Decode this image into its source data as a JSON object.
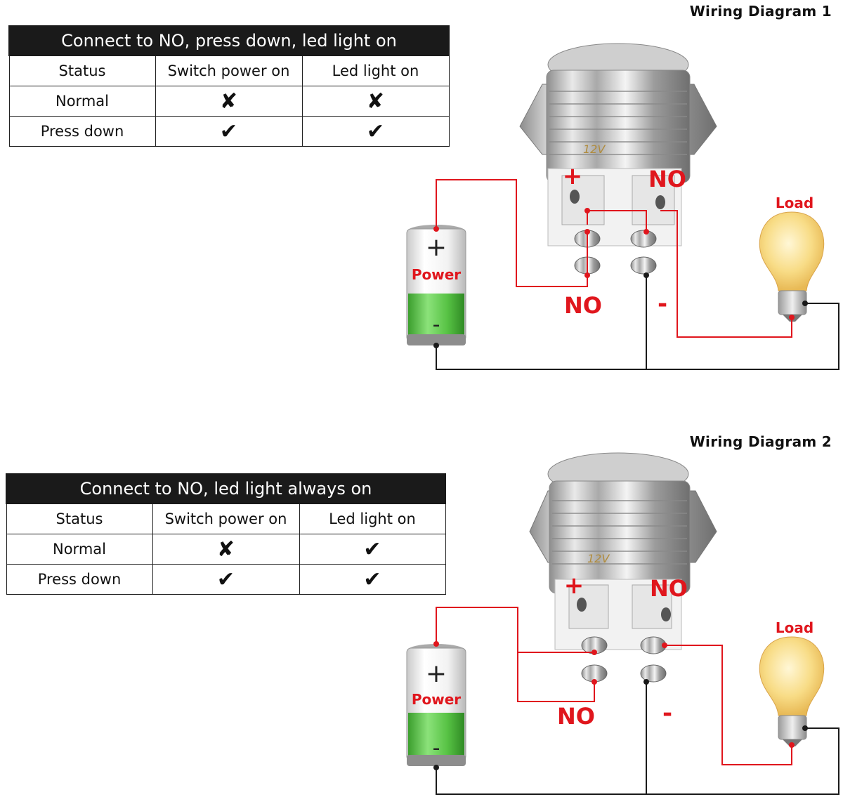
{
  "diagram1": {
    "title": "Wiring Diagram 1",
    "table": {
      "caption": "Connect to NO, press down, led light on",
      "headers": [
        "Status",
        "Switch power on",
        "Led light on"
      ],
      "rows": [
        {
          "status": "Normal",
          "switch_power": "✘",
          "led_light": "✘"
        },
        {
          "status": "Press down",
          "switch_power": "✔",
          "led_light": "✔"
        }
      ]
    },
    "labels": {
      "plus": "+",
      "no_top": "NO",
      "no_bottom": "NO",
      "minus": "-",
      "power": "Power",
      "load": "Load",
      "switch_marking": "12V"
    }
  },
  "diagram2": {
    "title": "Wiring Diagram 2",
    "table": {
      "caption": "Connect to NO, led light always on",
      "headers": [
        "Status",
        "Switch power on",
        "Led light on"
      ],
      "rows": [
        {
          "status": "Normal",
          "switch_power": "✘",
          "led_light": "✔"
        },
        {
          "status": "Press down",
          "switch_power": "✔",
          "led_light": "✔"
        }
      ]
    },
    "labels": {
      "plus": "+",
      "no_top": "NO",
      "no_bottom": "NO",
      "minus": "-",
      "power": "Power",
      "load": "Load",
      "switch_marking": "12V"
    }
  },
  "colors": {
    "wire_positive": "#e0161d",
    "wire_negative": "#1a1a1a",
    "label_red": "#e0161d",
    "battery_green": "#4fc23a",
    "bulb_yellow": "#f7dc8a"
  }
}
